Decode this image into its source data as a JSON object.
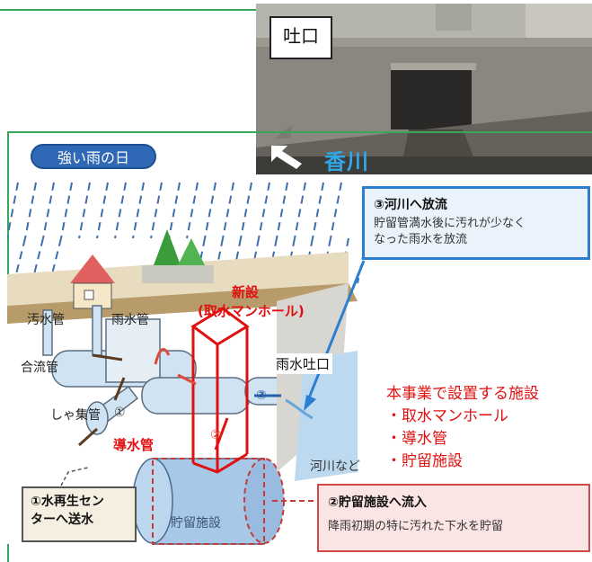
{
  "photo": {
    "badge": "吐口",
    "river_label": "香川"
  },
  "diagram": {
    "rain_day_label": "強い雨の日",
    "labels": {
      "sewage_pipe": "汚水管",
      "rain_pipe": "雨水管",
      "combined_pipe": "合流管",
      "collector_pipe": "しゃ集管",
      "intake_pipe": "導水管",
      "storage": "貯留施設",
      "river": "河川など",
      "rain_outfall": "雨水吐口"
    },
    "new_facility": {
      "line1": "新設",
      "line2": "(取水マンホール)"
    },
    "markers": {
      "m1": "①",
      "m2": "②",
      "m3": "③"
    },
    "callout_river": {
      "title": "③河川へ放流",
      "line1": "貯留管満水後に汚れが少なく",
      "line2": "なった雨水を放流"
    },
    "callout_center": {
      "line1": "①水再生セン",
      "line2": "ターへ送水"
    },
    "callout_storage": {
      "title": "②貯留施設へ流入",
      "body": "降雨初期の特に汚れた下水を貯留"
    },
    "facilities": {
      "heading": "本事業で設置する施設",
      "items": [
        "・取水マンホール",
        "・導水管",
        "・貯留施設"
      ]
    }
  }
}
